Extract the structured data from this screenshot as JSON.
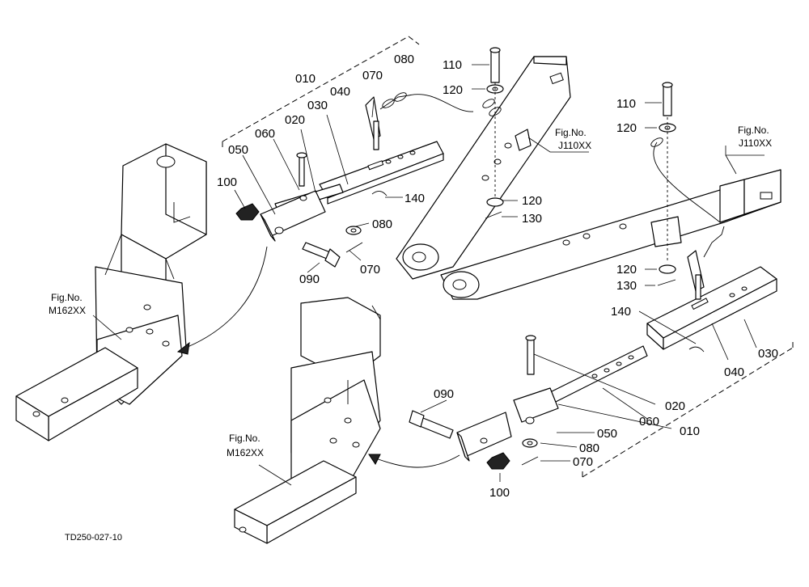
{
  "diagram_code": "TD250-027-10",
  "labels": {
    "p010": "010",
    "p020": "020",
    "p030": "030",
    "p040": "040",
    "p050": "050",
    "p060": "060",
    "p070": "070",
    "p080": "080",
    "p090": "090",
    "p100": "100",
    "p110": "110",
    "p120": "120",
    "p130": "130",
    "p140": "140"
  },
  "fig_refs": {
    "fig_no": "Fig.No.",
    "j110": "J110XX",
    "m162": "M162XX"
  }
}
